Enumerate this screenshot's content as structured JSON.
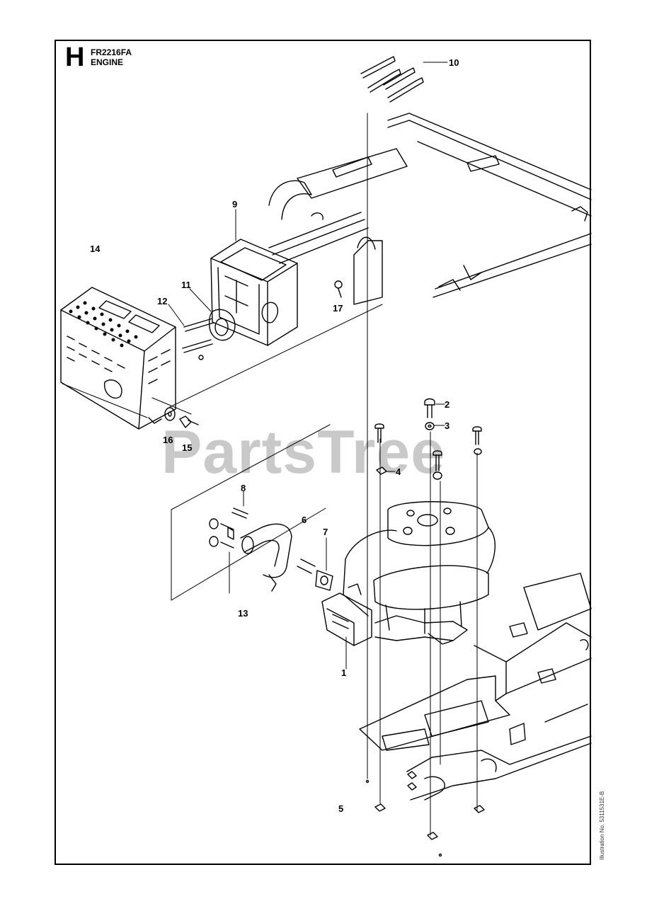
{
  "header": {
    "section_letter": "H",
    "model_code": "FR2216FA",
    "title": "ENGINE"
  },
  "watermark": "PartsTree",
  "side_code": "Illustration No. 5311531E-B",
  "callouts": [
    "1",
    "2",
    "3",
    "4",
    "5",
    "6",
    "7",
    "8",
    "9",
    "10",
    "11",
    "12",
    "13",
    "14",
    "15",
    "16",
    "17"
  ]
}
